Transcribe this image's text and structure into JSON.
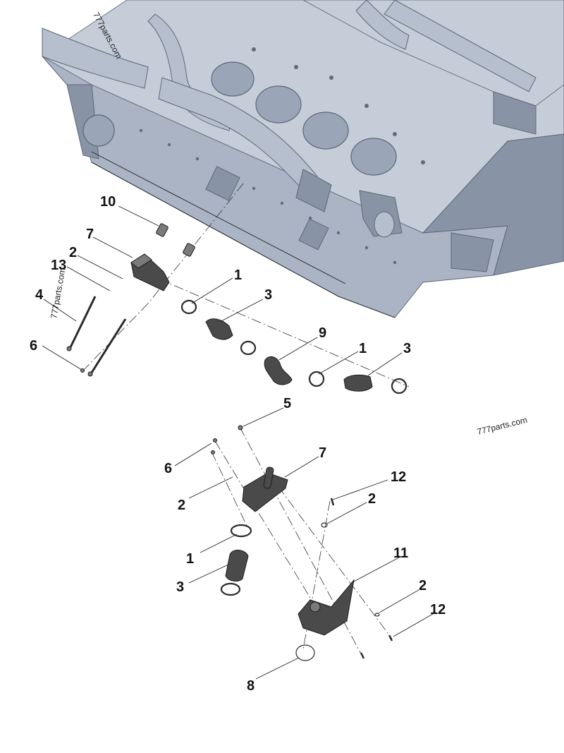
{
  "watermarks": {
    "top": "777parts.com",
    "left": "777parts.com",
    "right": "777parts.com"
  },
  "callouts": {
    "c10": "10",
    "c7_top": "7",
    "c2_top": "2",
    "c13": "13",
    "c4": "4",
    "c6_top": "6",
    "c1_a": "1",
    "c3_a": "3",
    "c9": "9",
    "c1_b": "1",
    "c3_b": "3",
    "c5": "5",
    "c7_bot": "7",
    "c6_bot": "6",
    "c2_mid": "2",
    "c12_a": "12",
    "c2_right": "2",
    "c1_c": "1",
    "c3_c": "3",
    "c11": "11",
    "c2_low": "2",
    "c12_b": "12",
    "c8": "8"
  },
  "colors": {
    "block": "#aab4c4",
    "parts": "#4a4a4a",
    "lines": "#222222"
  }
}
